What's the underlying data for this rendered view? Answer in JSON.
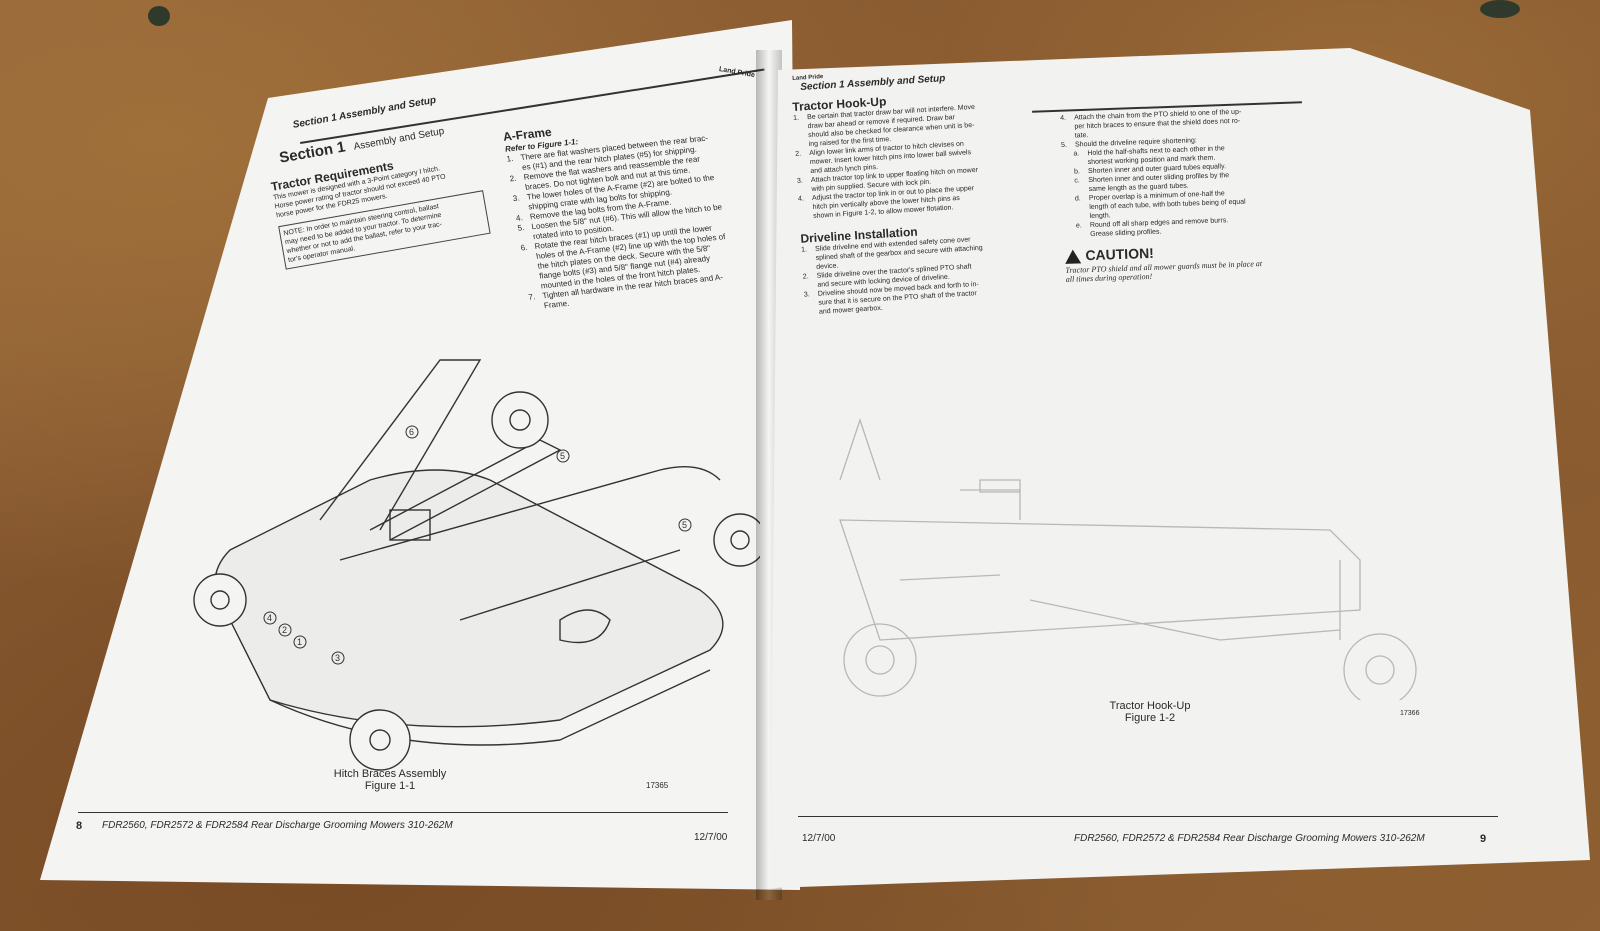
{
  "left_page": {
    "running_header": "Section 1 Assembly and Setup",
    "brand": "Land Pride",
    "section_title": "Section 1",
    "section_subtitle": "Assembly and Setup",
    "tractor_requirements": {
      "heading": "Tractor Requirements",
      "body": [
        "This mower is designed with a 3-Point category I hitch.",
        "Horse power rating of tractor should not exceed 40 PTO",
        "horse power for the FDR25 mowers."
      ],
      "note": [
        "NOTE: In order to maintain steering control, ballast",
        "may need to be added to your tractor. To determine",
        "whether or not to add the ballast, refer to your trac-",
        "tor's operator manual."
      ]
    },
    "aframe": {
      "heading": "A-Frame",
      "refer": "Refer to Figure 1-1:",
      "steps": [
        {
          "n": "1.",
          "lines": [
            "There are flat washers placed between the rear brac-",
            "es (#1) and the rear hitch plates (#5) for shipping."
          ]
        },
        {
          "n": "2.",
          "lines": [
            "Remove the flat washers and reassemble the rear",
            "braces. Do not tighten bolt and nut at this time."
          ]
        },
        {
          "n": "3.",
          "lines": [
            "The lower holes of the A-Frame (#2) are bolted to the",
            "shipping crate with lag bolts for shipping."
          ]
        },
        {
          "n": "4.",
          "lines": [
            "Remove the lag bolts from the A-Frame."
          ]
        },
        {
          "n": "5.",
          "lines": [
            "Loosen the 5/8\" nut (#6). This will allow the hitch to be",
            "rotated into to position."
          ]
        },
        {
          "n": "6.",
          "lines": [
            "Rotate the rear hitch braces (#1) up until the lower",
            "holes of the A-Frame (#2) line up with the top holes of",
            "the hitch plates on the deck. Secure with the 5/8\"",
            "flange bolts (#3) and 5/8\" flange nut (#4) already",
            "mounted in the holes of the front hitch plates."
          ]
        },
        {
          "n": "7.",
          "lines": [
            "Tighten all hardware in the rear hitch braces and A-",
            "Frame."
          ]
        }
      ]
    },
    "figure": {
      "title": "Hitch Braces Assembly",
      "label": "Figure 1-1",
      "number": "17365",
      "callouts": [
        "6",
        "5",
        "5",
        "4",
        "2",
        "1",
        "3"
      ]
    },
    "footer": {
      "page": "8",
      "title": "FDR2560, FDR2572 & FDR2584 Rear Discharge Grooming Mowers  310-262M",
      "date": "12/7/00"
    }
  },
  "right_page": {
    "brand": "Land Pride",
    "running_header": "Section 1 Assembly and Setup",
    "hookup": {
      "heading": "Tractor Hook-Up",
      "steps": [
        {
          "n": "1.",
          "lines": [
            "Be certain that tractor draw bar will not interfere. Move",
            "draw bar ahead or remove if required. Draw bar",
            "should also be checked for clearance when unit is be-",
            "ing raised for the first time."
          ]
        },
        {
          "n": "2.",
          "lines": [
            "Align lower link arms of tractor to hitch clevises on",
            "mower. Insert lower hitch pins into lower ball swivels",
            "and attach lynch pins."
          ]
        },
        {
          "n": "3.",
          "lines": [
            "Attach tractor top link to upper floating hitch on mower",
            "with pin supplied. Secure with lock pin."
          ]
        },
        {
          "n": "4.",
          "lines": [
            "Adjust the tractor top link in or out to place the upper",
            "hitch pin vertically above the lower hitch pins as",
            "shown in Figure 1-2, to allow mower flotation."
          ]
        }
      ]
    },
    "driveline": {
      "heading": "Driveline Installation",
      "steps": [
        {
          "n": "1.",
          "lines": [
            "Slide driveline end with extended safety cone over",
            "splined shaft of the gearbox and secure with attaching",
            "device."
          ]
        },
        {
          "n": "2.",
          "lines": [
            "Slide driveline over the tractor's splined PTO shaft",
            "and secure with locking device of driveline."
          ]
        },
        {
          "n": "3.",
          "lines": [
            "Driveline should now be moved back and forth to in-",
            "sure that it is secure on the PTO shaft of the tractor",
            "and mower gearbox."
          ]
        }
      ]
    },
    "right_col": {
      "steps": [
        {
          "n": "4.",
          "lines": [
            "Attach the chain from the PTO shield to one of the up-",
            "per hitch braces to ensure that the shield does not ro-",
            "tate."
          ]
        },
        {
          "n": "5.",
          "lines": [
            "Should the driveline require shortening:"
          ]
        }
      ],
      "substeps": [
        {
          "n": "a.",
          "lines": [
            "Hold the half-shafts next to each other in the",
            "shortest working position and mark them."
          ]
        },
        {
          "n": "b.",
          "lines": [
            "Shorten inner and outer guard tubes equally."
          ]
        },
        {
          "n": "c.",
          "lines": [
            "Shorten inner and outer sliding profiles by the",
            "same length as the guard tubes."
          ]
        },
        {
          "n": "d.",
          "lines": [
            "Proper overlap is a minimum of one-half the",
            "length of each tube, with both tubes being of equal",
            "length."
          ]
        },
        {
          "n": "e.",
          "lines": [
            "Round off all sharp edges and remove burrs.",
            "Grease sliding profiles."
          ]
        }
      ],
      "caution_word": "CAUTION!",
      "caution_text": [
        "Tractor PTO shield and all mower guards must be in place at",
        "all times during operation!"
      ]
    },
    "figure": {
      "title": "Tractor Hook-Up",
      "label": "Figure 1-2",
      "number": "17366"
    },
    "footer": {
      "date": "12/7/00",
      "title": "FDR2560, FDR2572 & FDR2584 Rear Discharge Grooming Mowers  310-262M",
      "page": "9"
    }
  },
  "colors": {
    "table": "#8a5a2e",
    "paper": "#f4f4f2",
    "ink": "#2a2a2a",
    "rule": "#333333"
  }
}
